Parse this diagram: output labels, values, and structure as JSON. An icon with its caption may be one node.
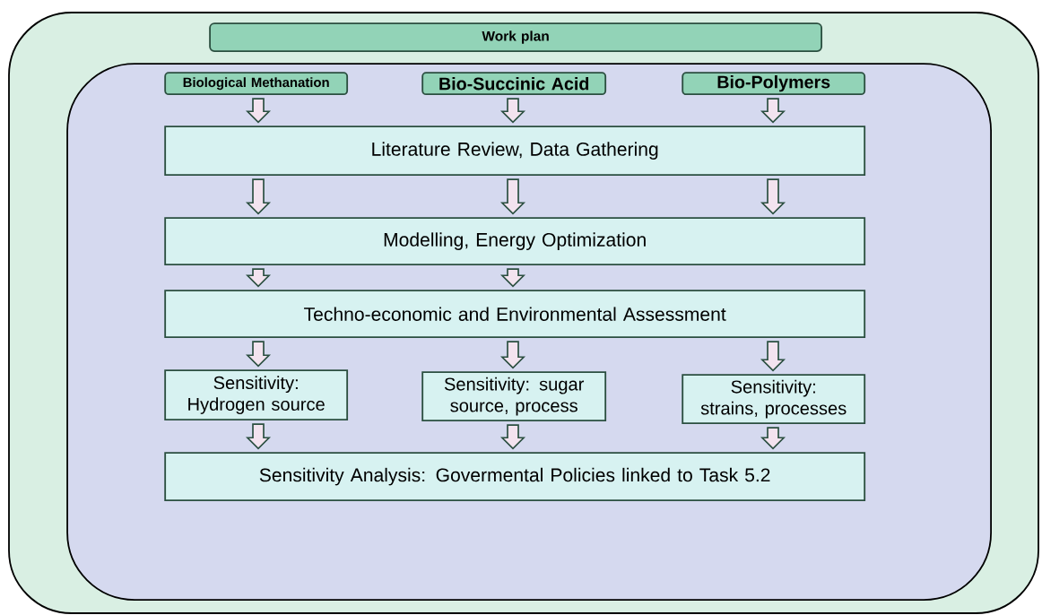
{
  "diagram": {
    "nodes": [
      {
        "text": [],
        "shape": "box"
      },
      {
        "text": [
          "Work plan"
        ],
        "in": 0
      },
      {
        "text": [],
        "shape": "box",
        "in": 0
      },
      {
        "text": [
          "Biological Methanation"
        ],
        "in": 2
      },
      {
        "text": [
          "Bio-Succinic Acid"
        ],
        "in": 2
      },
      {
        "text": [
          "Bio-Polymers"
        ],
        "in": 2
      },
      {
        "text": [
          "Literature Review, Data Gathering"
        ],
        "in": 2
      },
      {
        "text": [
          "Modelling, Energy Optimization"
        ],
        "in": 2
      },
      {
        "text": [
          "Techno-economic and Environmental Assessment"
        ],
        "in": 2
      },
      {
        "text": [
          "Sensitivity: Hydrogen source"
        ],
        "in": 2
      },
      {
        "text": [
          "Sensitivity: sugar source, process"
        ],
        "in": 2
      },
      {
        "text": [
          "Sensitivity: strains, processes"
        ],
        "in": 2
      },
      {
        "text": [
          "Sensitivity Analysis: Govermental Policies linked to Task 5.2"
        ],
        "in": 2
      }
    ],
    "edges": [
      {
        "from": 3,
        "to": 6,
        "arrow": "to"
      },
      {
        "from": 4,
        "to": 6,
        "arrow": "to"
      },
      {
        "from": 5,
        "to": 6,
        "arrow": "to"
      },
      {
        "from": 6,
        "to": 7,
        "arrow": "to"
      },
      {
        "from": 6,
        "to": 7,
        "arrow": "to"
      },
      {
        "from": 6,
        "to": 7,
        "arrow": "to"
      },
      {
        "from": 7,
        "to": 8,
        "arrow": "to"
      },
      {
        "from": 7,
        "to": 8,
        "arrow": "to"
      },
      {
        "from": 8,
        "to": 9,
        "arrow": "to"
      },
      {
        "from": 8,
        "to": 10,
        "arrow": "to"
      },
      {
        "from": 8,
        "to": 11,
        "arrow": "to"
      },
      {
        "from": 9,
        "to": 12,
        "arrow": "to"
      },
      {
        "from": 10,
        "to": 12,
        "arrow": "to"
      },
      {
        "from": 11,
        "to": 12,
        "arrow": "to"
      }
    ]
  }
}
